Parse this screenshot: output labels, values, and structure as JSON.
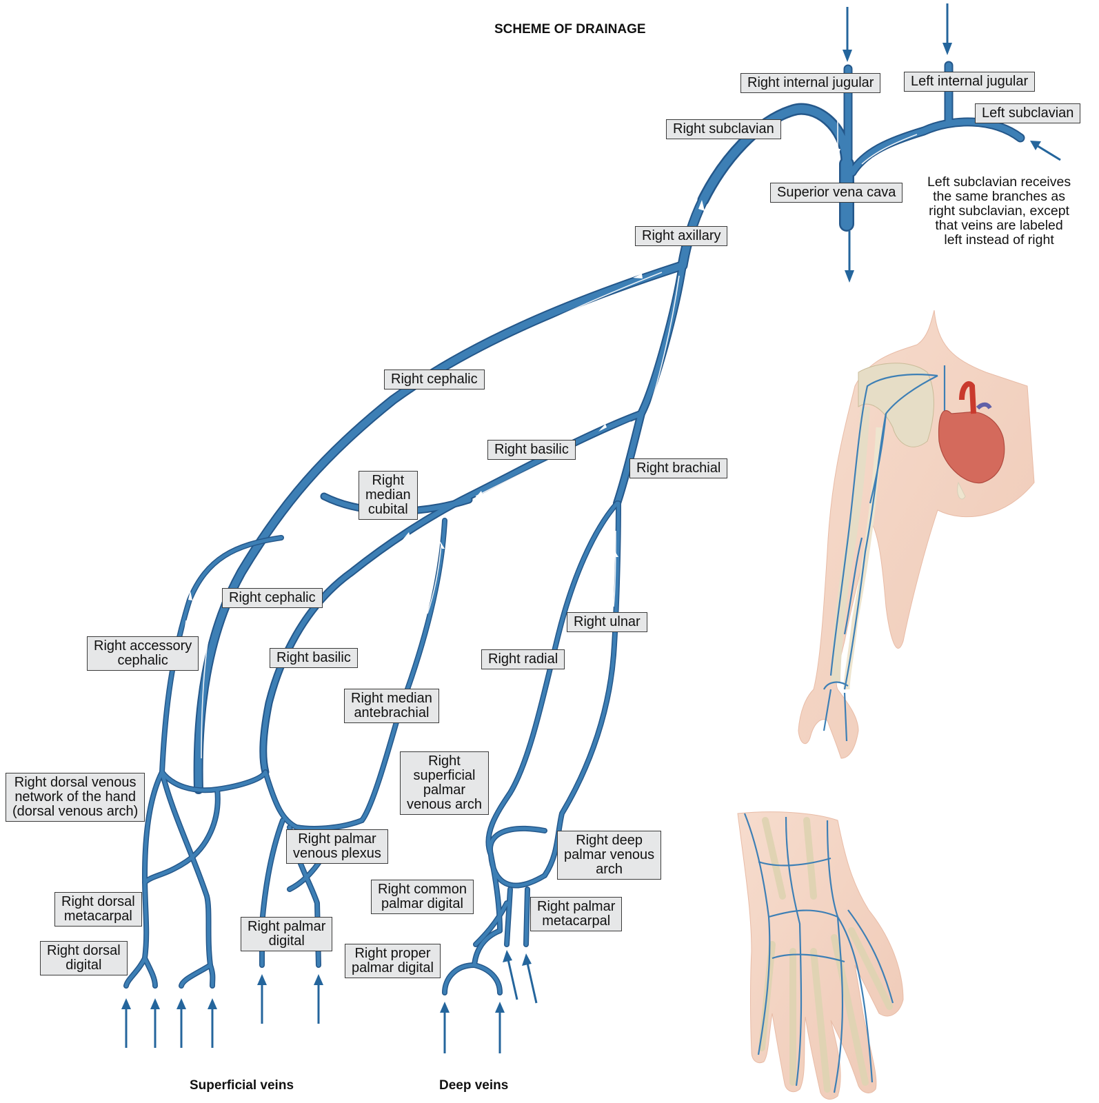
{
  "title": "SCHEME OF DRAINAGE",
  "labels": {
    "right_internal_jugular": "Right internal jugular",
    "left_internal_jugular": "Left internal jugular",
    "left_subclavian": "Left subclavian",
    "right_subclavian": "Right subclavian",
    "superior_vena_cava": "Superior vena cava",
    "right_axillary": "Right axillary",
    "right_cephalic_upper": "Right cephalic",
    "right_basilic_upper": "Right basilic",
    "right_median_cubital": [
      "Right",
      "median",
      "cubital"
    ],
    "right_brachial": "Right brachial",
    "right_cephalic_lower": "Right cephalic",
    "right_accessory_cephalic": [
      "Right accessory",
      "cephalic"
    ],
    "right_basilic_lower": "Right basilic",
    "right_median_antebrachial": [
      "Right median",
      "antebrachial"
    ],
    "right_ulnar": "Right ulnar",
    "right_radial": "Right radial",
    "right_superficial_palmar_venous_arch": [
      "Right",
      "superficial",
      "palmar",
      "venous arch"
    ],
    "right_dorsal_venous_network": [
      "Right dorsal venous",
      "network of the hand",
      "(dorsal venous arch)"
    ],
    "right_palmar_venous_plexus": [
      "Right palmar",
      "venous plexus"
    ],
    "right_deep_palmar_venous_arch": [
      "Right deep",
      "palmar venous",
      "arch"
    ],
    "right_common_palmar_digital": [
      "Right common",
      "palmar digital"
    ],
    "right_dorsal_metacarpal": [
      "Right dorsal",
      "metacarpal"
    ],
    "right_palmar_metacarpal": [
      "Right palmar",
      "metacarpal"
    ],
    "right_palmar_digital": [
      "Right palmar",
      "digital"
    ],
    "right_dorsal_digital": [
      "Right dorsal",
      "digital"
    ],
    "right_proper_palmar_digital": [
      "Right proper",
      "palmar digital"
    ]
  },
  "note": [
    "Left subclavian receives",
    "the same branches as",
    "right subclavian, except",
    "that veins are labeled",
    "left instead of right"
  ],
  "footer": {
    "superficial": "Superficial veins",
    "deep": "Deep veins"
  },
  "colors": {
    "vein": "#3d7fb5",
    "vein_edge": "#24578a",
    "arrow": "#24659c",
    "label_bg": "#e6e7e8"
  },
  "icons": [
    "arm-illustration",
    "hand-illustration"
  ]
}
